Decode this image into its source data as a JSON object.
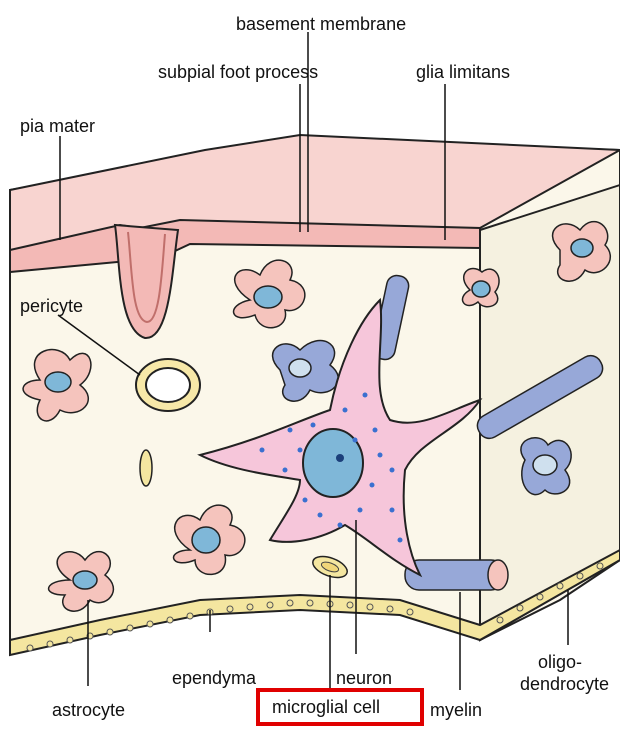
{
  "labels": {
    "basement_membrane": "basement membrane",
    "subpial_foot_process": "subpial foot process",
    "glia_limitans": "glia limitans",
    "pia_mater": "pia mater",
    "pericyte": "pericyte",
    "ependyma": "ependyma",
    "neuron": "neuron",
    "oligo_line1": "oligo-",
    "oligo_line2": "dendrocyte",
    "astrocyte": "astrocyte",
    "microglial_cell": "microglial cell",
    "myelin": "myelin"
  },
  "colors": {
    "pia": "#f3b9b6",
    "pia_dark": "#e7928e",
    "tissue": "#fbf7ea",
    "astro": "#f5c4bd",
    "nucleus": "#7fb7d8",
    "glial_blue": "#97a8d8",
    "neuron_pink": "#f6c6da",
    "neuron_dot": "#3a70d0",
    "ependyma": "#f4e6a0",
    "highlight": "#e00000"
  },
  "highlighted_label": "microglial cell"
}
